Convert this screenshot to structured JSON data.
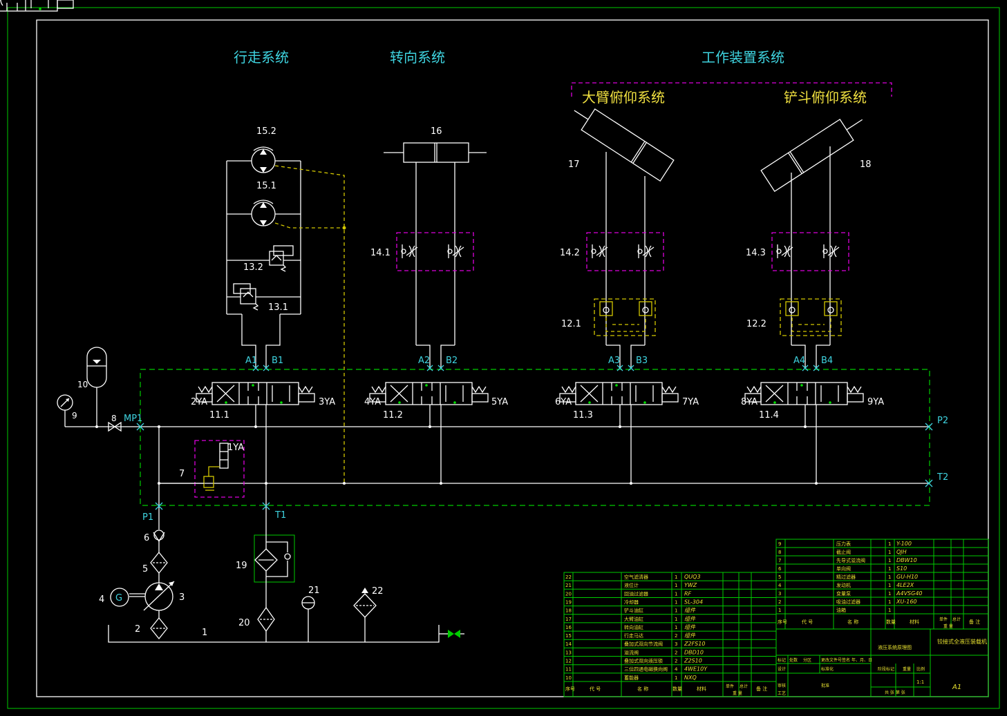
{
  "titles": {
    "travel": "行走系统",
    "steering": "转向系统",
    "work": "工作装置系统",
    "boom": "大臂俯仰系统",
    "bucket": "铲斗俯仰系统"
  },
  "labels": {
    "n15_2": "15.2",
    "n15_1": "15.1",
    "n13_2": "13.2",
    "n13_1": "13.1",
    "n16": "16",
    "n17": "17",
    "n18": "18",
    "n14_1": "14.1",
    "n14_2": "14.2",
    "n14_3": "14.3",
    "n12_1": "12.1",
    "n12_2": "12.2",
    "n11_1": "11.1",
    "n11_2": "11.2",
    "n11_3": "11.3",
    "n11_4": "11.4",
    "n10": "10",
    "n9": "9",
    "n8": "8",
    "n7": "7",
    "n6": "6",
    "n5": "5",
    "n4": "4",
    "n3": "3",
    "n2": "2",
    "n1": "1",
    "n19": "19",
    "n20": "20",
    "n21": "21",
    "n22": "22",
    "g": "G",
    "a1": "A1",
    "b1": "B1",
    "a2": "A2",
    "b2": "B2",
    "a3": "A3",
    "b3": "B3",
    "a4": "A4",
    "b4": "B4",
    "ya1": "1YA",
    "ya2": "2YA",
    "ya3": "3YA",
    "ya4": "4YA",
    "ya5": "5YA",
    "ya6": "6YA",
    "ya7": "7YA",
    "ya8": "8YA",
    "ya9": "9YA",
    "mp1": "MP1",
    "p1": "P1",
    "t1": "T1",
    "p2": "P2",
    "t2": "T2"
  },
  "bom_top": [
    {
      "no": "9",
      "name": "压力表",
      "qty": "1",
      "code": "Y-100"
    },
    {
      "no": "8",
      "name": "截止阀",
      "qty": "1",
      "code": "QJH"
    },
    {
      "no": "7",
      "name": "先导式溢流阀",
      "qty": "1",
      "code": "DBW10"
    },
    {
      "no": "6",
      "name": "单向阀",
      "qty": "1",
      "code": "S10"
    },
    {
      "no": "5",
      "name": "精过滤器",
      "qty": "1",
      "code": "GU-H10"
    },
    {
      "no": "4",
      "name": "发动机",
      "qty": "1",
      "code": "4LE2X"
    },
    {
      "no": "3",
      "name": "变量泵",
      "qty": "1",
      "code": "A4VSG40"
    },
    {
      "no": "2",
      "name": "吸油过滤器",
      "qty": "1",
      "code": "XU-160"
    },
    {
      "no": "1",
      "name": "油箱",
      "qty": "1",
      "code": ""
    }
  ],
  "bom_left": [
    {
      "no": "22",
      "name": "空气滤清器",
      "qty": "1",
      "code": "QUQ3"
    },
    {
      "no": "21",
      "name": "液位计",
      "qty": "1",
      "code": "YWZ"
    },
    {
      "no": "20",
      "name": "回油过滤器",
      "qty": "1",
      "code": "RF"
    },
    {
      "no": "19",
      "name": "冷却器",
      "qty": "1",
      "code": "SL-304"
    },
    {
      "no": "18",
      "name": "铲斗油缸",
      "qty": "1",
      "code": "组件"
    },
    {
      "no": "17",
      "name": "大臂油缸",
      "qty": "1",
      "code": "组件"
    },
    {
      "no": "16",
      "name": "转向油缸",
      "qty": "1",
      "code": "组件"
    },
    {
      "no": "15",
      "name": "行走马达",
      "qty": "2",
      "code": "组件"
    },
    {
      "no": "14",
      "name": "叠加式双向节流阀",
      "qty": "3",
      "code": "Z2FS10"
    },
    {
      "no": "13",
      "name": "溢流阀",
      "qty": "2",
      "code": "DBD10"
    },
    {
      "no": "12",
      "name": "叠加式双向液压锁",
      "qty": "2",
      "code": "Z2S10"
    },
    {
      "no": "11",
      "name": "三位四通电磁换向阀",
      "qty": "4",
      "code": "4WE10Y"
    },
    {
      "no": "10",
      "name": "蓄能器",
      "qty": "1",
      "code": "NXQ"
    }
  ],
  "title_block": {
    "drawing_name": "液压系统原理图",
    "machine": "铰接式全液压装载机",
    "sheet": "A1",
    "scale": "1:1",
    "h_no": "序号",
    "h_code": "代 号",
    "h_name": "名 称",
    "h_qty": "数量",
    "h_mat": "材料",
    "h_unit": "单件",
    "h_total": "总计",
    "h_weight": "重 量",
    "h_note": "备 注",
    "r_mark": "标记",
    "r_count": "处数",
    "r_zone": "分区",
    "r_doc": "更改文件号",
    "r_sign": "签名",
    "r_date": "年、月、日",
    "r_design": "设计",
    "r_std": "标准化",
    "r_stage": "阶段标记",
    "r_wt": "重量",
    "r_ratio": "比例",
    "r_check": "审核",
    "r_craft": "工艺",
    "r_approve": "批准",
    "r_total": "共 张 第 张"
  }
}
